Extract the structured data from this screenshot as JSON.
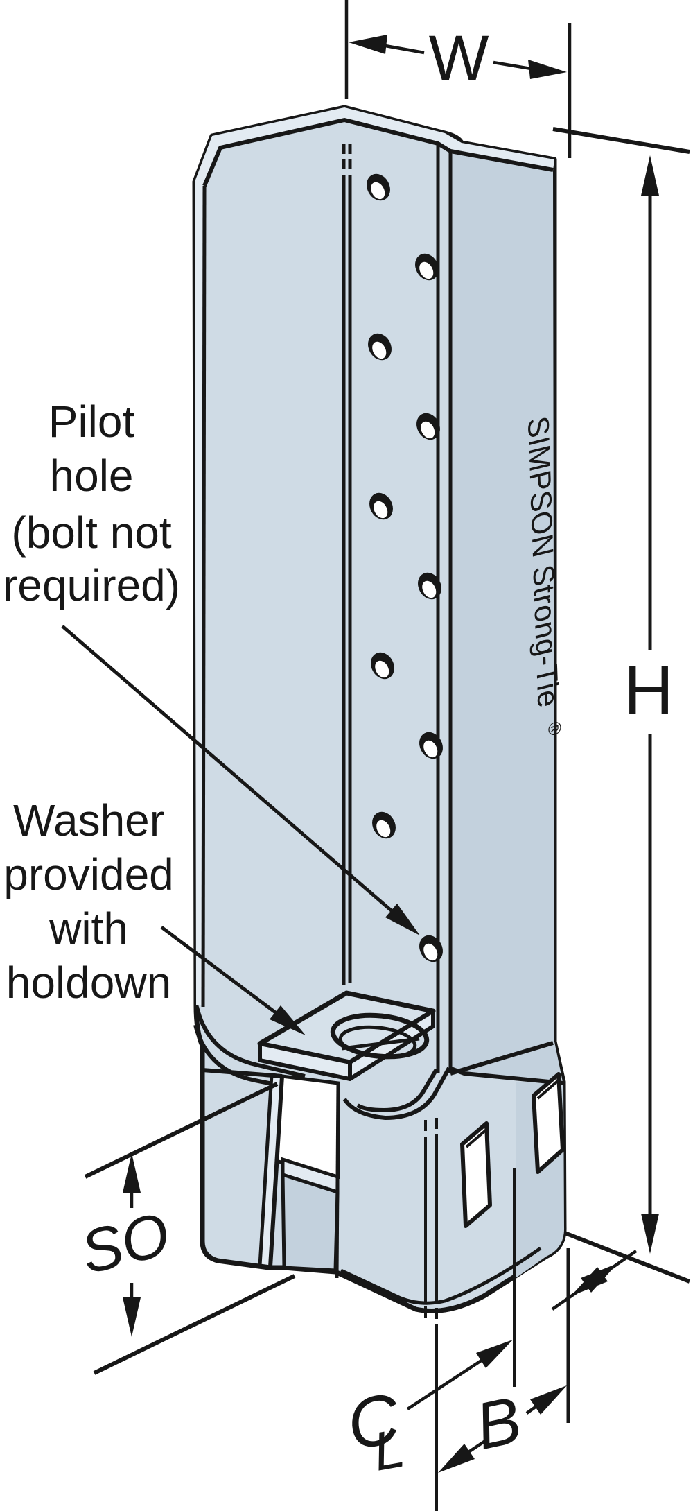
{
  "figure": {
    "kind": "isometric-technical-diagram",
    "subject": "holdown-connector"
  },
  "callouts": {
    "pilot_hole": {
      "line1": "Pilot",
      "line2": "hole",
      "line3": "(bolt not",
      "line4": "required)"
    },
    "washer": {
      "line1": "Washer",
      "line2": "provided",
      "line3": "with",
      "line4": "holdown"
    }
  },
  "brand": {
    "label": "SIMPSON Strong-Tie",
    "registered": "®"
  },
  "dimensions": {
    "width": "W",
    "height": "H",
    "seat_offset": "SO",
    "base": "B",
    "centerline_c": "C",
    "centerline_l": "L",
    "centerline_symbol": "℄"
  },
  "colors": {
    "steel_face": "#cfdbe5",
    "steel_side": "#c3d1dd",
    "steel_edge": "#e3ebf2",
    "steel_top": "#d6e1ea",
    "line": "#171717",
    "background": "#ffffff",
    "slot_fill": "#ffffff"
  }
}
